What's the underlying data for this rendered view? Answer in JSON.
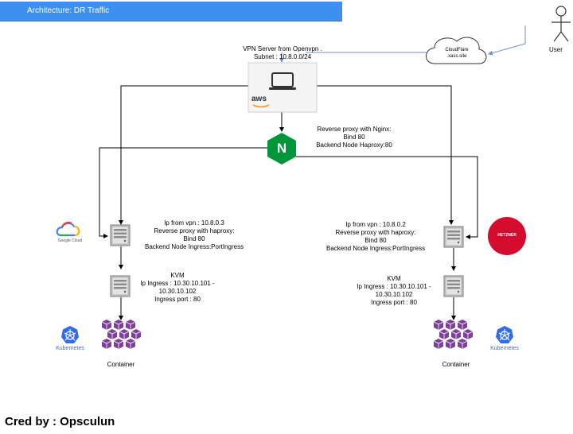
{
  "title": "Architecture:  DR Traffic",
  "user": {
    "label": "User"
  },
  "cloudflare": {
    "line1": "CloudFlare",
    "line2": ".xass.site"
  },
  "vpn": {
    "line1": "VPN Server from Openvpn .",
    "line2": "Subnet : 10.8.0.0/24"
  },
  "aws": {
    "logo": "aws"
  },
  "nginx": {
    "logo": "N",
    "line1": "Reverse proxy with Nginx:",
    "line2": "Bind 80",
    "line3": "Backend Node Haproxy:80"
  },
  "left": {
    "provider": "Google Cloud",
    "proxy": {
      "line1": "Ip from vpn : 10.8.0.3",
      "line2": "Reverse proxy with haproxy:",
      "line3": "Bind 80",
      "line4": "Backend Node Ingress:PortIngress"
    },
    "kvm": {
      "line1": "KVM",
      "line2": "Ip Ingress : 10.30.10.101 -",
      "line3": "10.30.10.102",
      "line4": "Ingress port : 80"
    },
    "container": "Container",
    "kubernetes": "Kubernetes"
  },
  "right": {
    "provider": "HETZNER",
    "proxy": {
      "line1": "Ip from vpn : 10.8.0.2",
      "line2": "Reverse proxy with haproxy:",
      "line3": "Bind 80",
      "line4": "Backend Node Ingress:PortIngress"
    },
    "kvm": {
      "line1": "KVM",
      "line2": "Ip Ingress : 10.30.10.101 -",
      "line3": "10.30.10.102",
      "line4": "Ingress port : 80"
    },
    "container": "Container",
    "kubernetes": "Kubernetes"
  },
  "credit": "Cred by : Opsculun",
  "colors": {
    "title_bar": "#3d8ff0",
    "nginx": "#009639",
    "kubernetes": "#326ce5",
    "container": "#7e3f98",
    "hetzner": "#d50c2d",
    "cloudflare_link": "#6d8fd6"
  }
}
